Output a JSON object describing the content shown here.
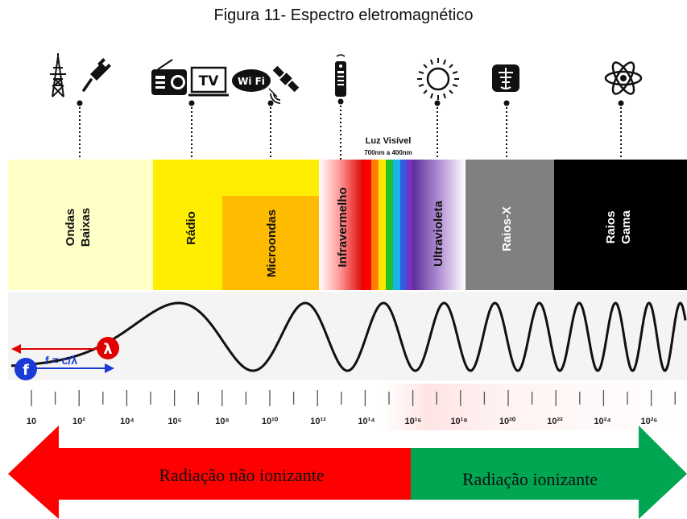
{
  "title": "Figura 11- Espectro eletromagnético",
  "icons": [
    "power-tower-icon",
    "plug-icon",
    "radio-icon",
    "tv-icon",
    "wifi-icon",
    "satellite-icon",
    "remote-control-icon",
    "sun-icon",
    "x-ray-icon",
    "atom-icon"
  ],
  "tv_text": "TV",
  "wifi_text": "Wi Fi",
  "bands": {
    "ondas_line1": "Ondas",
    "ondas_line2": "Baixas",
    "radio": "Rádio",
    "microondas": "Microondas",
    "infravermelho": "Infravermelho",
    "luz_visivel_title": "Luz Visível",
    "luz_visivel_range": "700nm a 400nm",
    "ultravioleta": "Ultravioleta",
    "raios_x": "Raios-X",
    "gama_line1": "Raios",
    "gama_line2": "Gama"
  },
  "formula": {
    "lambda": "λ",
    "f": "f",
    "equation": "f = c/λ"
  },
  "scale": {
    "labels": [
      "10",
      "10²",
      "10⁴",
      "10⁶",
      "10⁸",
      "10¹⁰",
      "10¹²",
      "10¹⁴",
      "10¹⁶",
      "10¹⁸",
      "10²⁰",
      "10²²",
      "10²⁴",
      "10²⁶"
    ]
  },
  "arrows": {
    "non_ionizing": "Radiação não ionizante",
    "ionizing": "Radiação ionizante"
  },
  "colors": {
    "ondas": "#ffffc8",
    "radio": "#ffee00",
    "microondas": "#ffbb00",
    "ultravioleta": "#6a2fa0",
    "raios_x": "#808080",
    "gama": "#000000",
    "non_ionizing": "#ff0000",
    "ionizing": "#00a651"
  }
}
